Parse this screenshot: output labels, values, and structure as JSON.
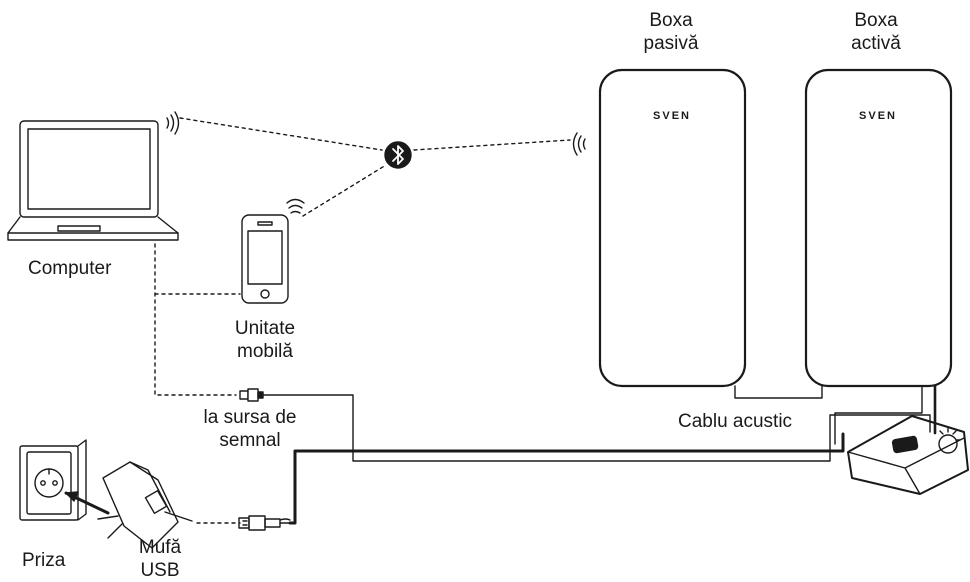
{
  "labels": {
    "passive_speaker": [
      "Boxa",
      "pasivă"
    ],
    "active_speaker": [
      "Boxa",
      "activă"
    ],
    "computer": "Computer",
    "mobile": [
      "Unitate",
      "mobilă"
    ],
    "signal_source": [
      "la sursa de",
      "semnal"
    ],
    "speaker_cable": "Cablu acustic",
    "outlet": "Priza",
    "usb_plug": [
      "Mufă",
      "USB"
    ]
  },
  "logos": {
    "passive": "SVEN",
    "active": "SVEN"
  },
  "icons": [
    "laptop-icon",
    "smartphone-icon",
    "bluetooth-icon",
    "wireless-signal-icon",
    "audio-jack-icon",
    "usb-plug-icon",
    "wall-socket-icon",
    "usb-charger-icon",
    "control-panel-icon"
  ]
}
